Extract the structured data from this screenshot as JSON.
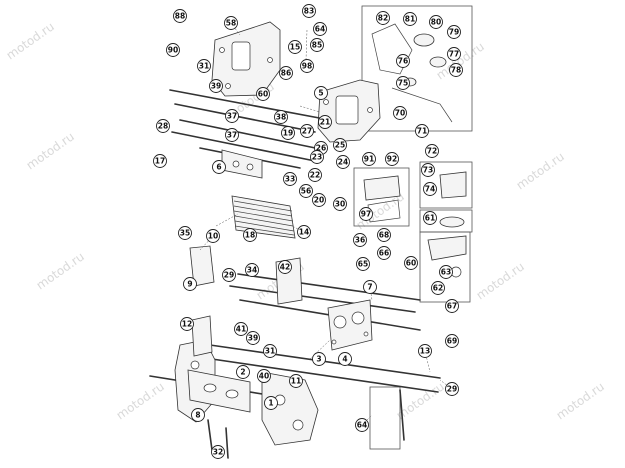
{
  "watermark_text": "motod.ru",
  "callouts": [
    "88",
    "58",
    "83",
    "64",
    "15",
    "85",
    "90",
    "98",
    "31",
    "39",
    "86",
    "60",
    "5",
    "37",
    "82",
    "81",
    "80",
    "79",
    "77",
    "78",
    "76",
    "75",
    "70",
    "71",
    "92",
    "91",
    "72",
    "73",
    "74",
    "61",
    "97",
    "28",
    "38",
    "19",
    "37b",
    "21",
    "27",
    "25",
    "26",
    "24",
    "23",
    "22",
    "20",
    "33",
    "30",
    "17",
    "6",
    "56",
    "18",
    "35",
    "10",
    "9",
    "29",
    "34",
    "14",
    "36",
    "7",
    "68",
    "60b",
    "62",
    "63",
    "67",
    "65",
    "66",
    "40",
    "42",
    "12",
    "41",
    "39b",
    "2",
    "31b",
    "3",
    "4",
    "13",
    "1",
    "11",
    "8",
    "32",
    "64b",
    "69",
    "29b"
  ],
  "callout_labels": {
    "c88": "88",
    "c58": "58",
    "c83": "83",
    "c64": "64",
    "c15": "15",
    "c85": "85",
    "c90": "90",
    "c98": "98",
    "c31": "31",
    "c39": "39",
    "c86": "86",
    "c60": "60",
    "c5": "5",
    "c37": "37",
    "c82": "82",
    "c81": "81",
    "c80": "80",
    "c79": "79",
    "c77": "77",
    "c78": "78",
    "c76": "76",
    "c75": "75",
    "c70": "70",
    "c71": "71",
    "c92": "92",
    "c91": "91",
    "c72": "72",
    "c73": "73",
    "c74": "74",
    "c61": "61",
    "c97": "97",
    "c28": "28",
    "c38": "38",
    "c19": "19",
    "c37b": "37",
    "c21": "21",
    "c27": "27",
    "c25": "25",
    "c26": "26",
    "c24": "24",
    "c23": "23",
    "c22": "22",
    "c20": "20",
    "c33": "33",
    "c30": "30",
    "c17": "17",
    "c6": "6",
    "c56": "56",
    "c18": "18",
    "c35": "35",
    "c10": "10",
    "c9": "9",
    "c29": "29",
    "c34": "34",
    "c14": "14",
    "c36": "36",
    "c7": "7",
    "c68": "68",
    "c60b": "60",
    "c62": "62",
    "c63": "63",
    "c67": "67",
    "c65": "65",
    "c66": "66",
    "c40": "40",
    "c42": "42",
    "c12": "12",
    "c41": "41",
    "c39b": "39",
    "c2": "2",
    "c31b": "31",
    "c3": "3",
    "c4": "4",
    "c13": "13",
    "c1": "1",
    "c11": "11",
    "c8": "8",
    "c32": "32",
    "c64b": "64",
    "c69": "69",
    "c29b": "29"
  }
}
